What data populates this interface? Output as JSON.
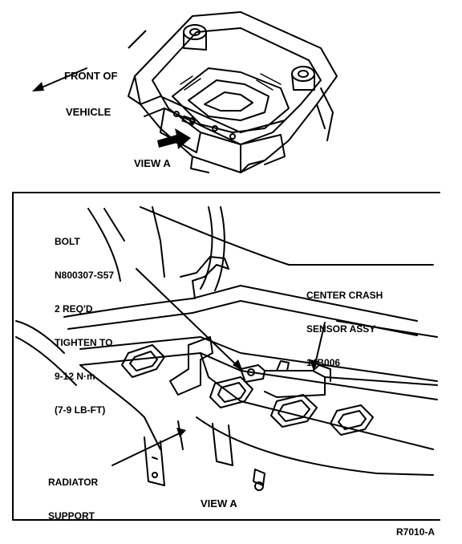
{
  "labels": {
    "front_of_vehicle": [
      "FRONT OF",
      "VEHICLE"
    ],
    "view_a_top": "VIEW A",
    "bolt": [
      "BOLT",
      "N800307-S57",
      "2 REQ'D",
      "TIGHTEN TO",
      "9-12 N·m",
      "(7-9 LB-FT)"
    ],
    "center_crash_sensor": [
      "CENTER CRASH",
      "SENSOR ASSY",
      "14B006"
    ],
    "radiator_support": [
      "RADIATOR",
      "SUPPORT"
    ],
    "view_a_bottom": "VIEW A",
    "figure_code": "R7010-A"
  },
  "colors": {
    "ink": "#000000",
    "background": "#ffffff"
  }
}
